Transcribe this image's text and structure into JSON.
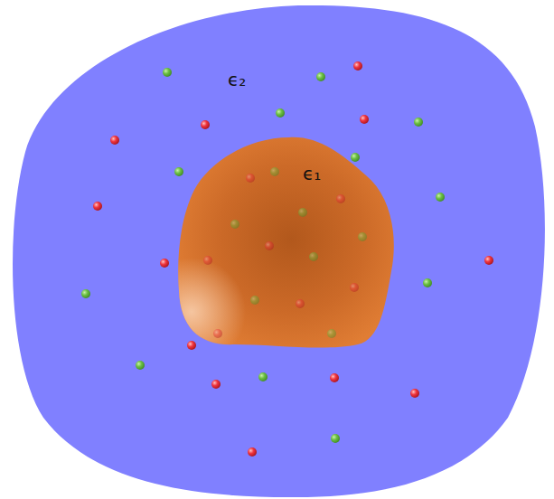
{
  "diagram": {
    "nodes": [
      {
        "text": [
          "ϵ₂"
        ]
      },
      {
        "text": [
          "ϵ₁"
        ],
        "in": 0
      }
    ]
  }
}
